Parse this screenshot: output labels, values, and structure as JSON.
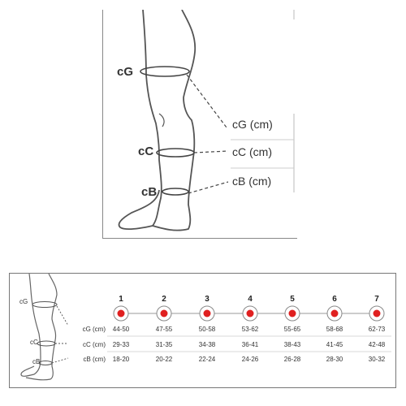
{
  "top": {
    "labels": {
      "cG": "cG",
      "cC": "cC",
      "cB": "cB"
    },
    "measures": {
      "cG": "cG (cm)",
      "cC": "cC (cm)",
      "cB": "cB (cm)"
    }
  },
  "bottom": {
    "leg_labels": {
      "cG": "cG",
      "cC": "cC",
      "cB": "cB"
    },
    "sizes": [
      "1",
      "2",
      "3",
      "4",
      "5",
      "6",
      "7"
    ],
    "rows": [
      {
        "label": "cG (cm)",
        "values": [
          "44-50",
          "47-55",
          "50-58",
          "53-62",
          "55-65",
          "58-68",
          "62-73"
        ]
      },
      {
        "label": "cC (cm)",
        "values": [
          "29-33",
          "31-35",
          "34-38",
          "36-41",
          "38-43",
          "41-45",
          "42-48"
        ]
      },
      {
        "label": "cB (cm)",
        "values": [
          "18-20",
          "20-22",
          "22-24",
          "24-26",
          "26-28",
          "28-30",
          "30-32"
        ]
      }
    ],
    "marker_color": "#e02020"
  }
}
